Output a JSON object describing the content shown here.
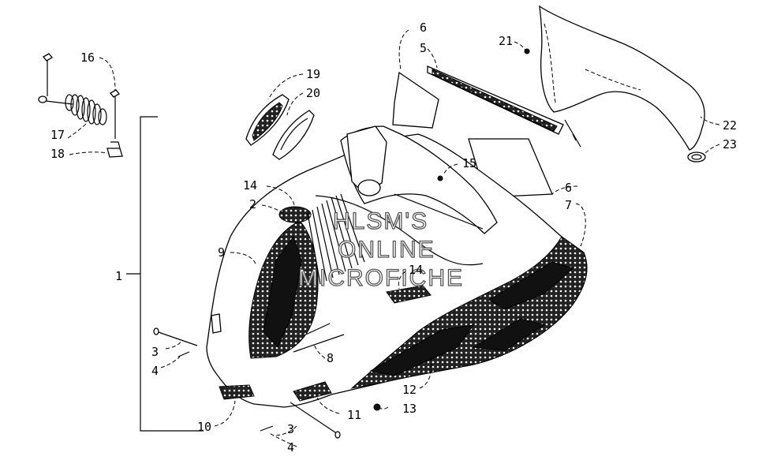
{
  "watermark": {
    "line1": "HLSM'S",
    "line2": "ONLINE",
    "line3": "MICROFICHE"
  },
  "callouts": {
    "c1": "1",
    "c2": "2",
    "c3a": "3",
    "c3b": "3",
    "c4a": "4",
    "c4b": "4",
    "c5": "5",
    "c6a": "6",
    "c6b": "6",
    "c7": "7",
    "c8": "8",
    "c9": "9",
    "c10": "10",
    "c11": "11",
    "c12": "12",
    "c13": "13",
    "c14a": "14",
    "c14b": "14",
    "c15": "15",
    "c16": "16",
    "c17": "17",
    "c18": "18",
    "c19": "19",
    "c20": "20",
    "c21": "21",
    "c22": "22",
    "c23": "23"
  }
}
